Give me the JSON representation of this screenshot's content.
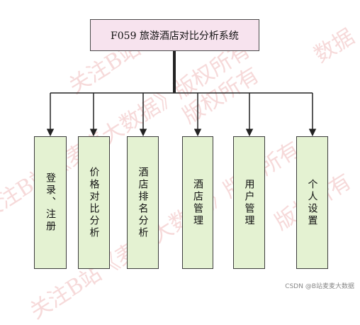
{
  "diagram": {
    "title": "F059 旅游酒店对比分析系统",
    "children": [
      {
        "label": "登录、注册"
      },
      {
        "label": "价格对比分析"
      },
      {
        "label": "酒店排名分析"
      },
      {
        "label": "酒店管理"
      },
      {
        "label": "用户管理"
      },
      {
        "label": "个人设置"
      }
    ]
  },
  "watermark": {
    "text_a": "关注B站《麦麦大数据》版权所有",
    "text_b": "关注B站",
    "text_c": "版权所有",
    "text_d": "数据"
  },
  "footer": {
    "text": "CSDN @B站麦麦大数据"
  },
  "colors": {
    "root_fill": "#f7e3ee",
    "node_fill": "#e4f2d2",
    "line": "#222222"
  }
}
